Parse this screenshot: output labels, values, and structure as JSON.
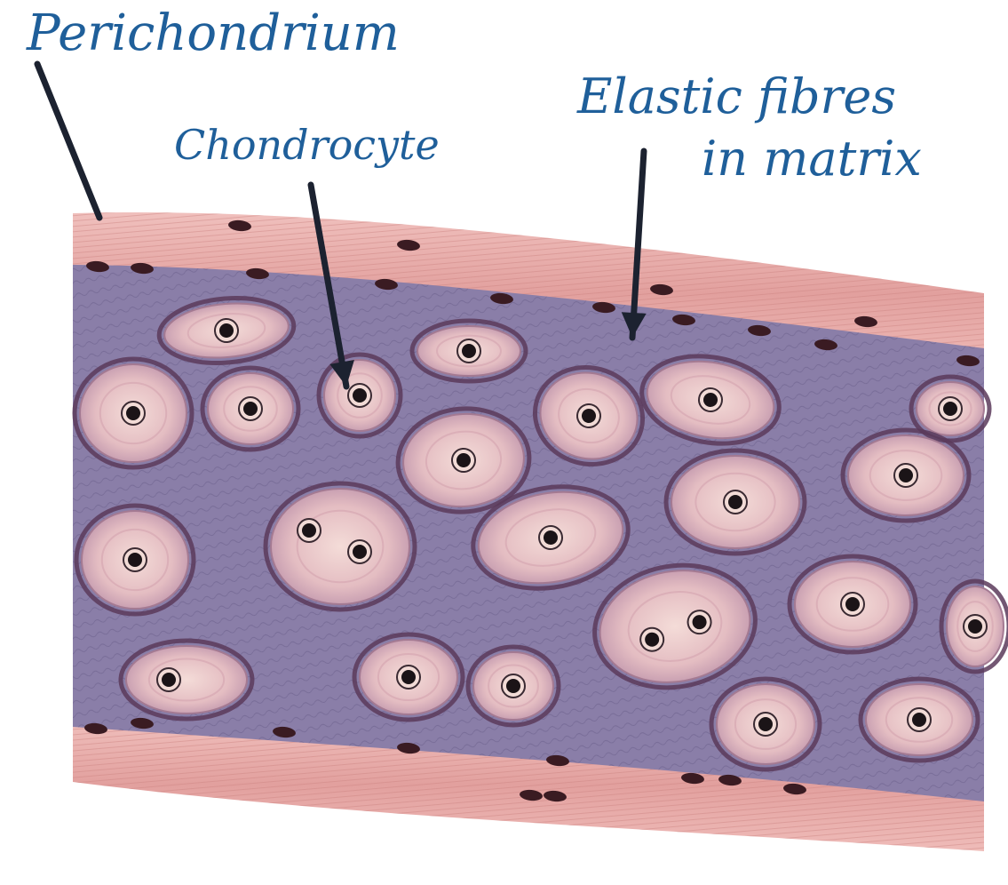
{
  "labels": {
    "perichondrium": "Perichondrium",
    "chondrocyte": "Chondrocyte",
    "elastic_line1": "Elastic fibres",
    "elastic_line2": "in matrix"
  },
  "colors": {
    "label_ink": "#1f5f9a",
    "pointer_ink": "#1c2230",
    "perichondrium": "#e7a9a6",
    "matrix": "#877aa4",
    "lacuna_ring": "#5a3a5a",
    "lacuna_fill": "#e8c9c9",
    "nucleus": "#1b1417",
    "background": "#ffffff"
  }
}
